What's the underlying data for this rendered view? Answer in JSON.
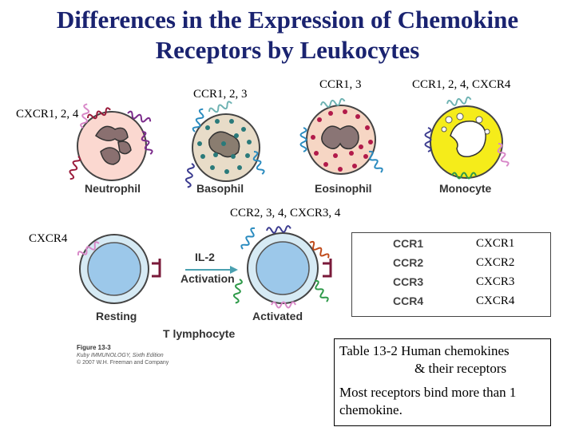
{
  "title_line1": "Differences in the Expression of Chemokine",
  "title_line2": "Receptors by Leukocytes",
  "receptor_labels": {
    "neutrophil": "CXCR1, 2, 4",
    "basophil": "CCR1, 2, 3",
    "eosinophil": "CCR1, 3",
    "monocyte": "CCR1, 2, 4, CXCR4",
    "activated": "CCR2, 3, 4, CXCR3, 4",
    "resting": "CXCR4"
  },
  "cell_names": {
    "neutrophil": "Neutrophil",
    "basophil": "Basophil",
    "eosinophil": "Eosinophil",
    "monocyte": "Monocyte",
    "resting": "Resting",
    "activated": "Activated",
    "t_lymphocyte": "T lymphocyte"
  },
  "arrow": {
    "line1": "IL-2",
    "line2": "Activation"
  },
  "legend": {
    "ccr": [
      "CCR1",
      "CCR2",
      "CCR3",
      "CCR4"
    ],
    "cxcr": [
      "CXCR1",
      "CXCR2",
      "CXCR3",
      "CXCR4"
    ]
  },
  "figure_credit": {
    "line1": "Figure 13-3",
    "line2": "Kuby IMMUNOLOGY, Sixth Edition",
    "line3": "© 2007 W.H. Freeman and Company"
  },
  "table_note": {
    "line1": "Table 13-2 Human chemokines",
    "line2": "& their receptors",
    "line3": "Most receptors bind more than 1",
    "line4": "chemokine."
  },
  "colors": {
    "title": "#1a2370",
    "ccr1": "#6fb3b3",
    "ccr2": "#3b3b8f",
    "ccr3": "#2a8bbf",
    "ccr4": "#2f9a4a",
    "cxcr1": "#7a2a8a",
    "cxcr2": "#9a1a3a",
    "cxcr3": "#c04a1a",
    "cxcr4": "#d888c8"
  }
}
